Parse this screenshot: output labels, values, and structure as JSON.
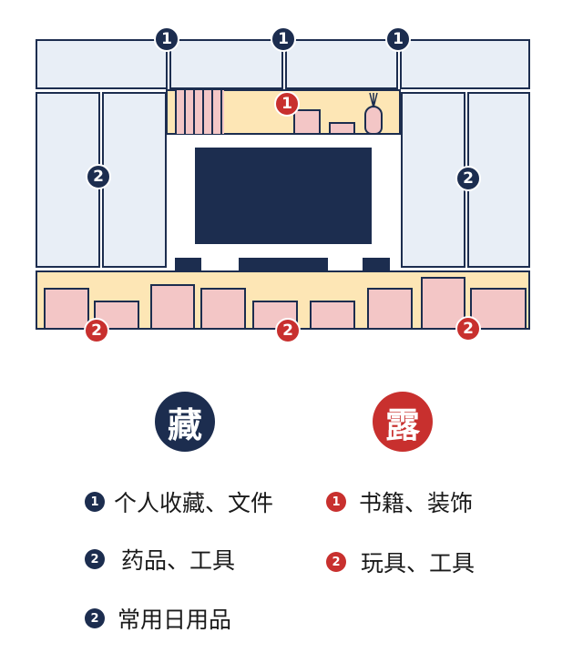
{
  "badges": {
    "one": "1",
    "two": "2"
  },
  "legend": {
    "hide": {
      "title": "藏",
      "items": [
        {
          "num": "1",
          "text": "个人收藏、文件"
        },
        {
          "num": "2",
          "text": "药品、工具"
        },
        {
          "num": "2",
          "text": "常用日用品"
        }
      ]
    },
    "show": {
      "title": "露",
      "items": [
        {
          "num": "1",
          "text": "书籍、装饰"
        },
        {
          "num": "2",
          "text": "玩具、工具"
        }
      ]
    }
  },
  "colors": {
    "navy": "#1c2d4f",
    "red": "#c8302e",
    "cabinet": "#e8eef6",
    "shelf": "#fde6b5",
    "box": "#f3c6c6"
  }
}
